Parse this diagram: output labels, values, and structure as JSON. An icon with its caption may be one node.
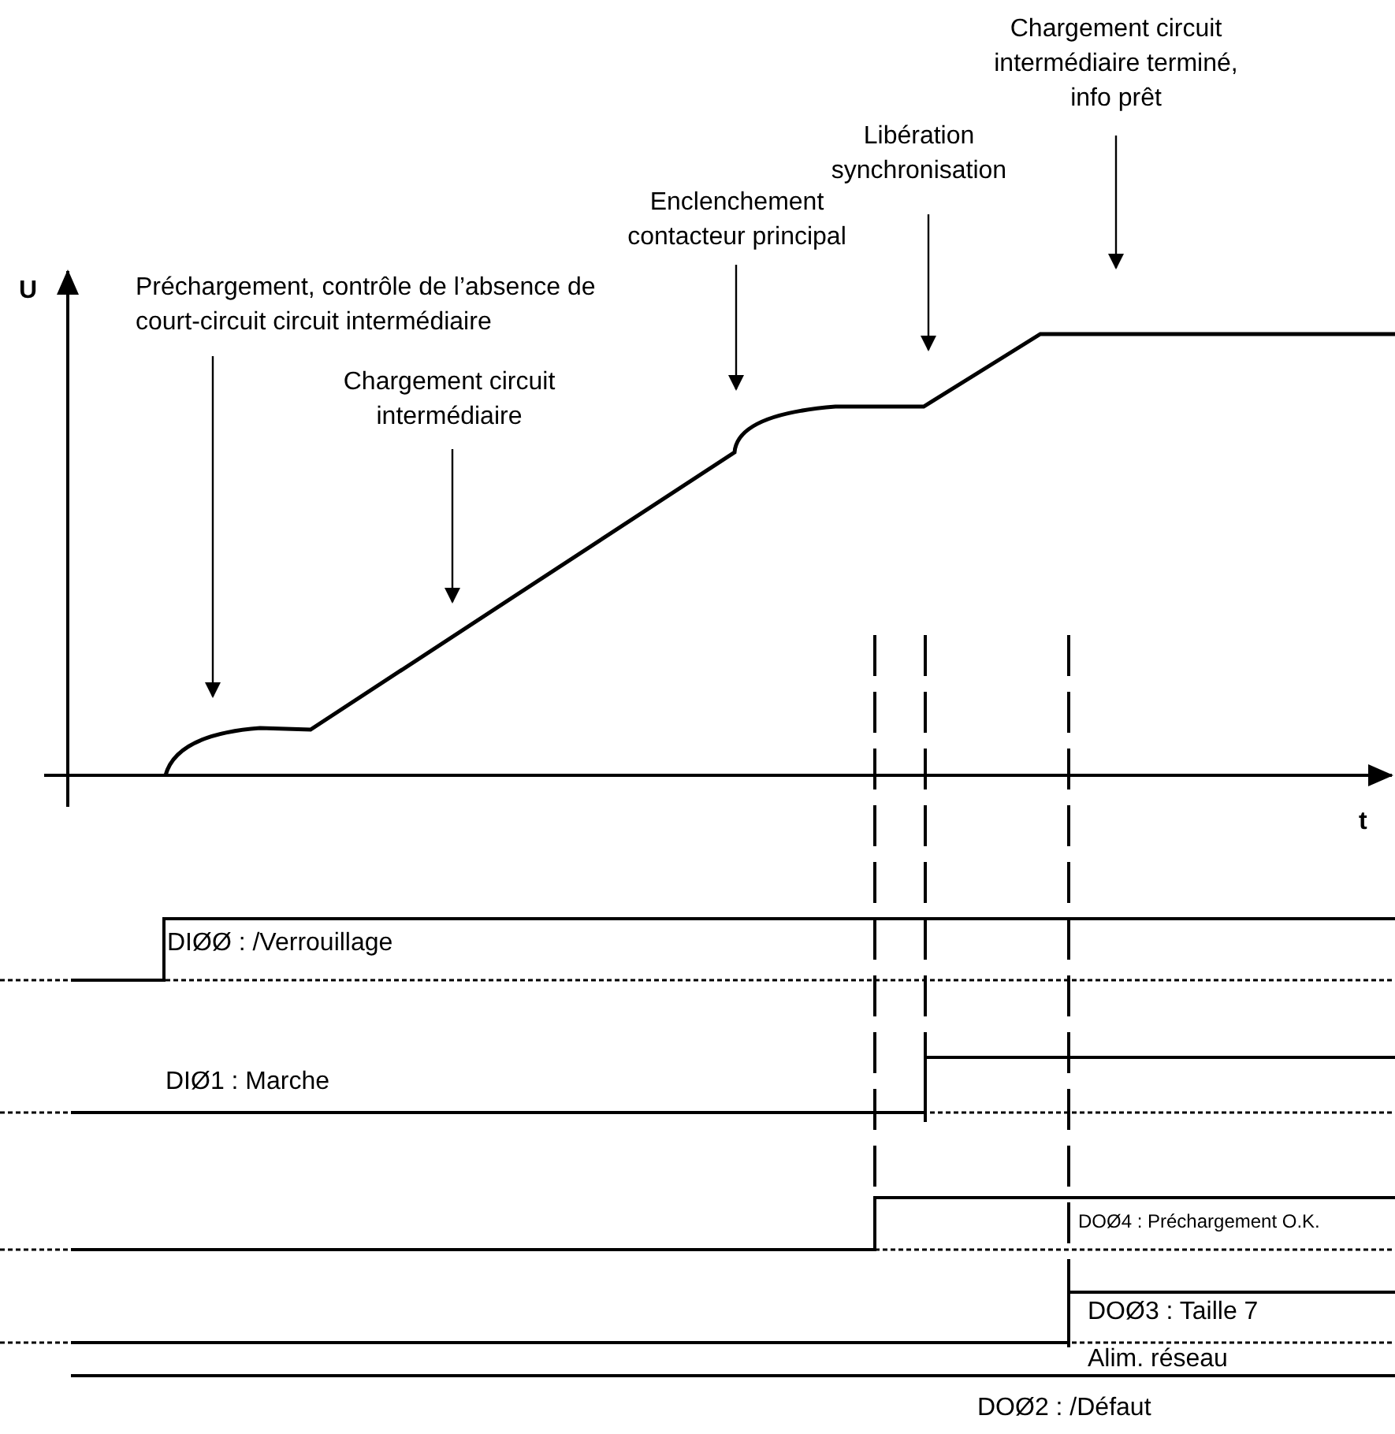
{
  "diagram": {
    "nodes": [
      {
        "text": [
          "Préchargement, contrôle de l’absence de court-circuit circuit intermédiaire"
        ]
      },
      {
        "text": [
          "Chargement circuit intermédiaire"
        ]
      },
      {
        "text": [
          "Enclenchement contacteur principal"
        ]
      },
      {
        "text": [
          "Libération synchronisation"
        ]
      },
      {
        "text": [
          "Chargement circuit intermédiaire terminé, info prêt"
        ]
      }
    ],
    "edges": [
      {
        "from": 0,
        "to": null,
        "arrow": "to"
      },
      {
        "from": 1,
        "to": null,
        "arrow": "to"
      },
      {
        "from": 2,
        "to": null,
        "arrow": "to"
      },
      {
        "from": 3,
        "to": null,
        "arrow": "to"
      },
      {
        "from": 4,
        "to": null,
        "arrow": "to"
      }
    ],
    "labels": [
      "U",
      "t",
      "DIØØ : /Verrouillage",
      "DIØ1 : Marche",
      "DOØ4 : Préchargement O.K.",
      "DOØ3 : Taille 7",
      "Alim. réseau",
      "DOØ2 : /Défaut"
    ]
  }
}
